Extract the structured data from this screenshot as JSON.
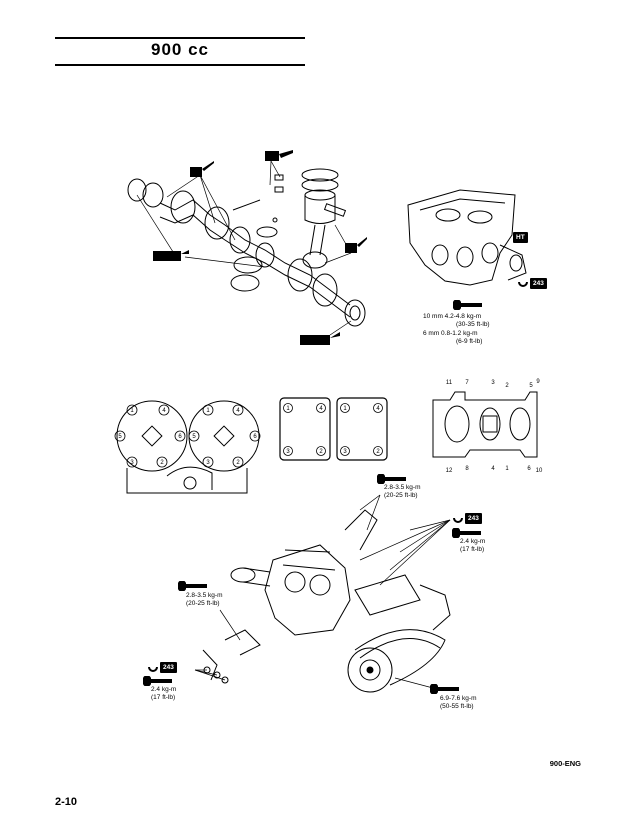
{
  "header": {
    "title": "900 cc"
  },
  "upper_right_spec": {
    "line1": "10 mm  4.2-4.8 kg-m",
    "line2": "(30-35 ft-lb)",
    "line3": "6 mm    0.8-1.2 kg-m",
    "line4": "(6-9 ft-lb)"
  },
  "badges": {
    "ht": "HT",
    "loctite": "243"
  },
  "head_torque_sequence": [
    "1",
    "2",
    "3",
    "4",
    "5",
    "6"
  ],
  "base_torque_sequence": [
    "1",
    "2",
    "3",
    "4",
    "5",
    "6",
    "7",
    "8",
    "9",
    "10",
    "11",
    "12"
  ],
  "lower_specs": {
    "top_right": {
      "line1": "2.8-3.5 kg-m",
      "line2": "(20-25 ft-lb)"
    },
    "mid_right": {
      "line1": "2.4 kg-m",
      "line2": "(17 ft-lb)"
    },
    "left_mid": {
      "line1": "2.8-3.5 kg-m",
      "line2": "(20-25 ft-lb)"
    },
    "left_bottom": {
      "line1": "2.4 kg-m",
      "line2": "(17 ft-lb)"
    },
    "bottom_right": {
      "line1": "6.9-7.6 kg-m",
      "line2": "(50-55 ft-lb)"
    }
  },
  "footer": {
    "code": "900-ENG",
    "page": "2-10"
  }
}
